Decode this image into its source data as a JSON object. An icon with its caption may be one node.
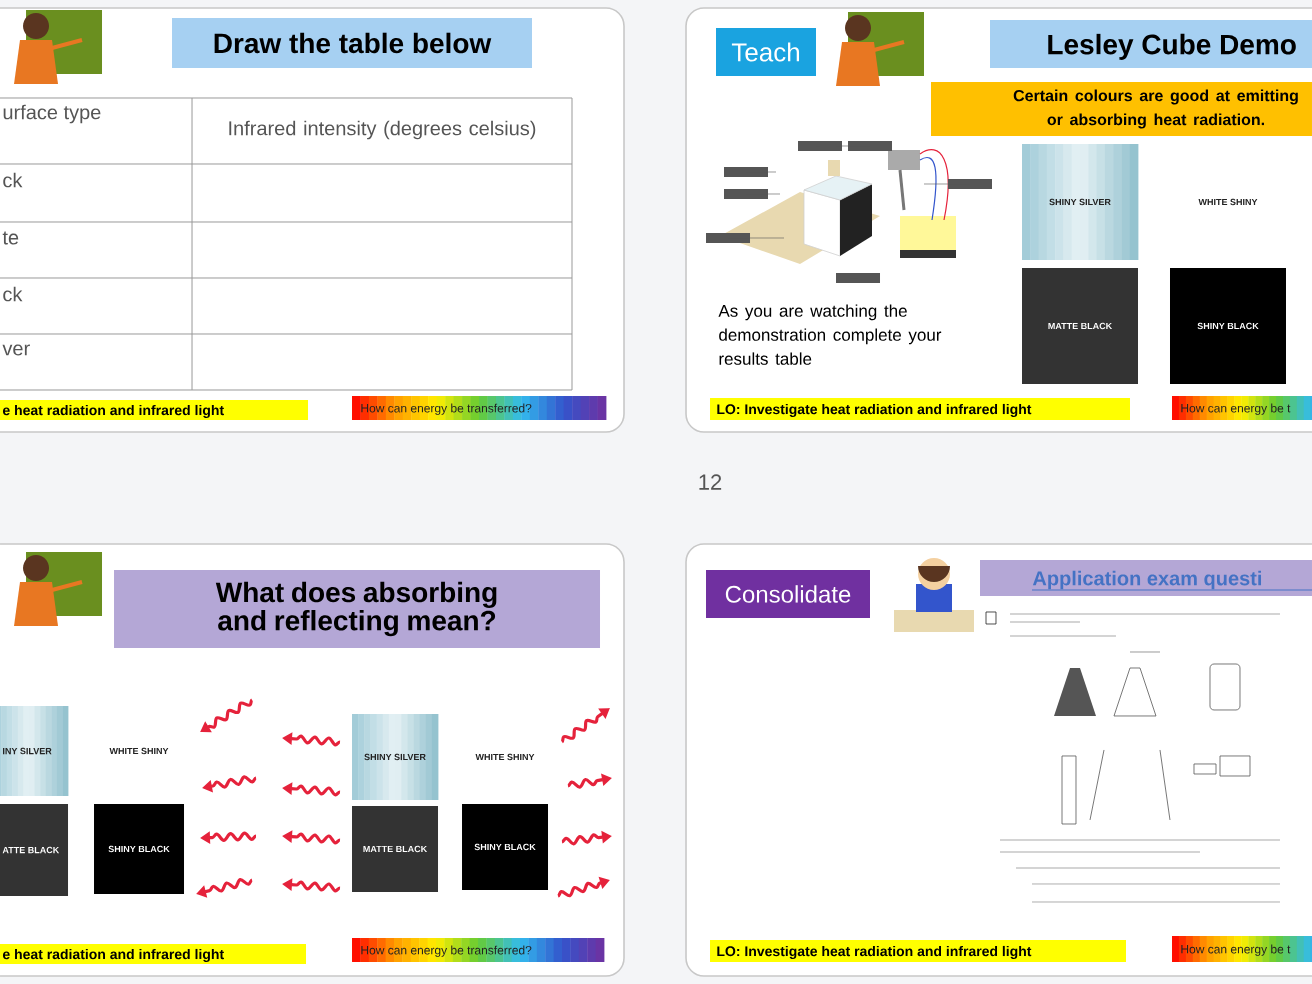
{
  "diagram": {
    "nodes": [
      {
        "text": [],
        "shape": "box"
      },
      {
        "text": [
          "Draw the table below"
        ],
        "in": 0
      },
      {
        "text": [
          "e heat radiation and infrared light"
        ],
        "in": 0
      },
      {
        "text": [
          "How can energy be transferred?"
        ],
        "in": 0
      },
      {
        "text": [],
        "shape": "box"
      },
      {
        "text": [
          "Teach"
        ],
        "in": 4
      },
      {
        "text": [
          "Lesley Cube Demo"
        ],
        "in": 4
      },
      {
        "text": [
          "Certain colours are good at emitting or absorbing heat radiation."
        ],
        "in": 4
      },
      {
        "text": [
          "SHINY SILVER"
        ],
        "in": 4
      },
      {
        "text": [
          "WHITE SHINY"
        ],
        "in": 4
      },
      {
        "text": [
          "MATTE BLACK"
        ],
        "in": 4
      },
      {
        "text": [
          "SHINY BLACK"
        ],
        "in": 4
      },
      {
        "text": [
          "LO: Investigate heat radiation and infrared light"
        ],
        "in": 4
      },
      {
        "text": [
          "How can energy be t"
        ],
        "in": 4
      },
      {
        "text": [],
        "shape": "box"
      },
      {
        "text": [
          "What does absorbing and reflecting mean?"
        ],
        "in": 14
      },
      {
        "text": [
          "INY SILVER"
        ],
        "in": 14
      },
      {
        "text": [
          "WHITE SHINY"
        ],
        "in": 14
      },
      {
        "text": [
          "ATTE BLACK"
        ],
        "in": 14
      },
      {
        "text": [
          "SHINY BLACK"
        ],
        "in": 14
      },
      {
        "text": [
          "SHINY SILVER"
        ],
        "in": 14
      },
      {
        "text": [
          "WHITE SHINY"
        ],
        "in": 14
      },
      {
        "text": [
          "MATTE BLACK"
        ],
        "in": 14
      },
      {
        "text": [
          "SHINY BLACK"
        ],
        "in": 14
      },
      {
        "text": [
          "e heat radiation and infrared light"
        ],
        "in": 14
      },
      {
        "text": [
          "How can energy be transferred?"
        ],
        "in": 14
      },
      {
        "text": [],
        "shape": "box"
      },
      {
        "text": [
          "Consolidate"
        ],
        "in": 26
      },
      {
        "text": [
          "Application exam questi"
        ],
        "in": 26
      },
      {
        "text": [
          "LO: Investigate heat radiation and infrared light"
        ],
        "in": 26
      },
      {
        "text": [
          "How can energy be t"
        ],
        "in": 26
      }
    ],
    "labels": [
      "urface type",
      "Infrared intensity (degrees celsius)",
      "ck",
      "te",
      "ck",
      "ver",
      "12",
      "As you are watching the demonstration complete your results table"
    ]
  }
}
